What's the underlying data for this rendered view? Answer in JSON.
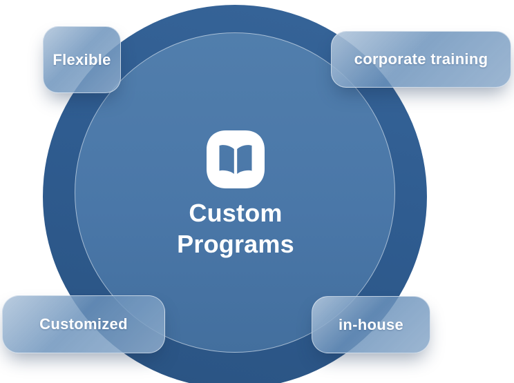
{
  "diagram": {
    "type": "hub-and-labels",
    "center": {
      "title": "Custom Programs",
      "icon": "open-book-icon"
    },
    "labels": [
      {
        "id": "flexible",
        "text": "Flexible",
        "position": "top-left"
      },
      {
        "id": "corporate-training",
        "text": "corporate training",
        "position": "top-right"
      },
      {
        "id": "customized",
        "text": "Customized",
        "position": "bottom-left"
      },
      {
        "id": "in-house",
        "text": "in-house",
        "position": "bottom-right"
      }
    ],
    "colors": {
      "outer_circle": "#2f5c90",
      "inner_circle": "#4a77a8",
      "inner_circle_stroke": "rgba(255,255,255,0.5)",
      "card_base": "#5d87b4",
      "card_border": "rgba(255,255,255,0.55)",
      "text": "#ffffff",
      "icon_fill": "#ffffff"
    }
  }
}
